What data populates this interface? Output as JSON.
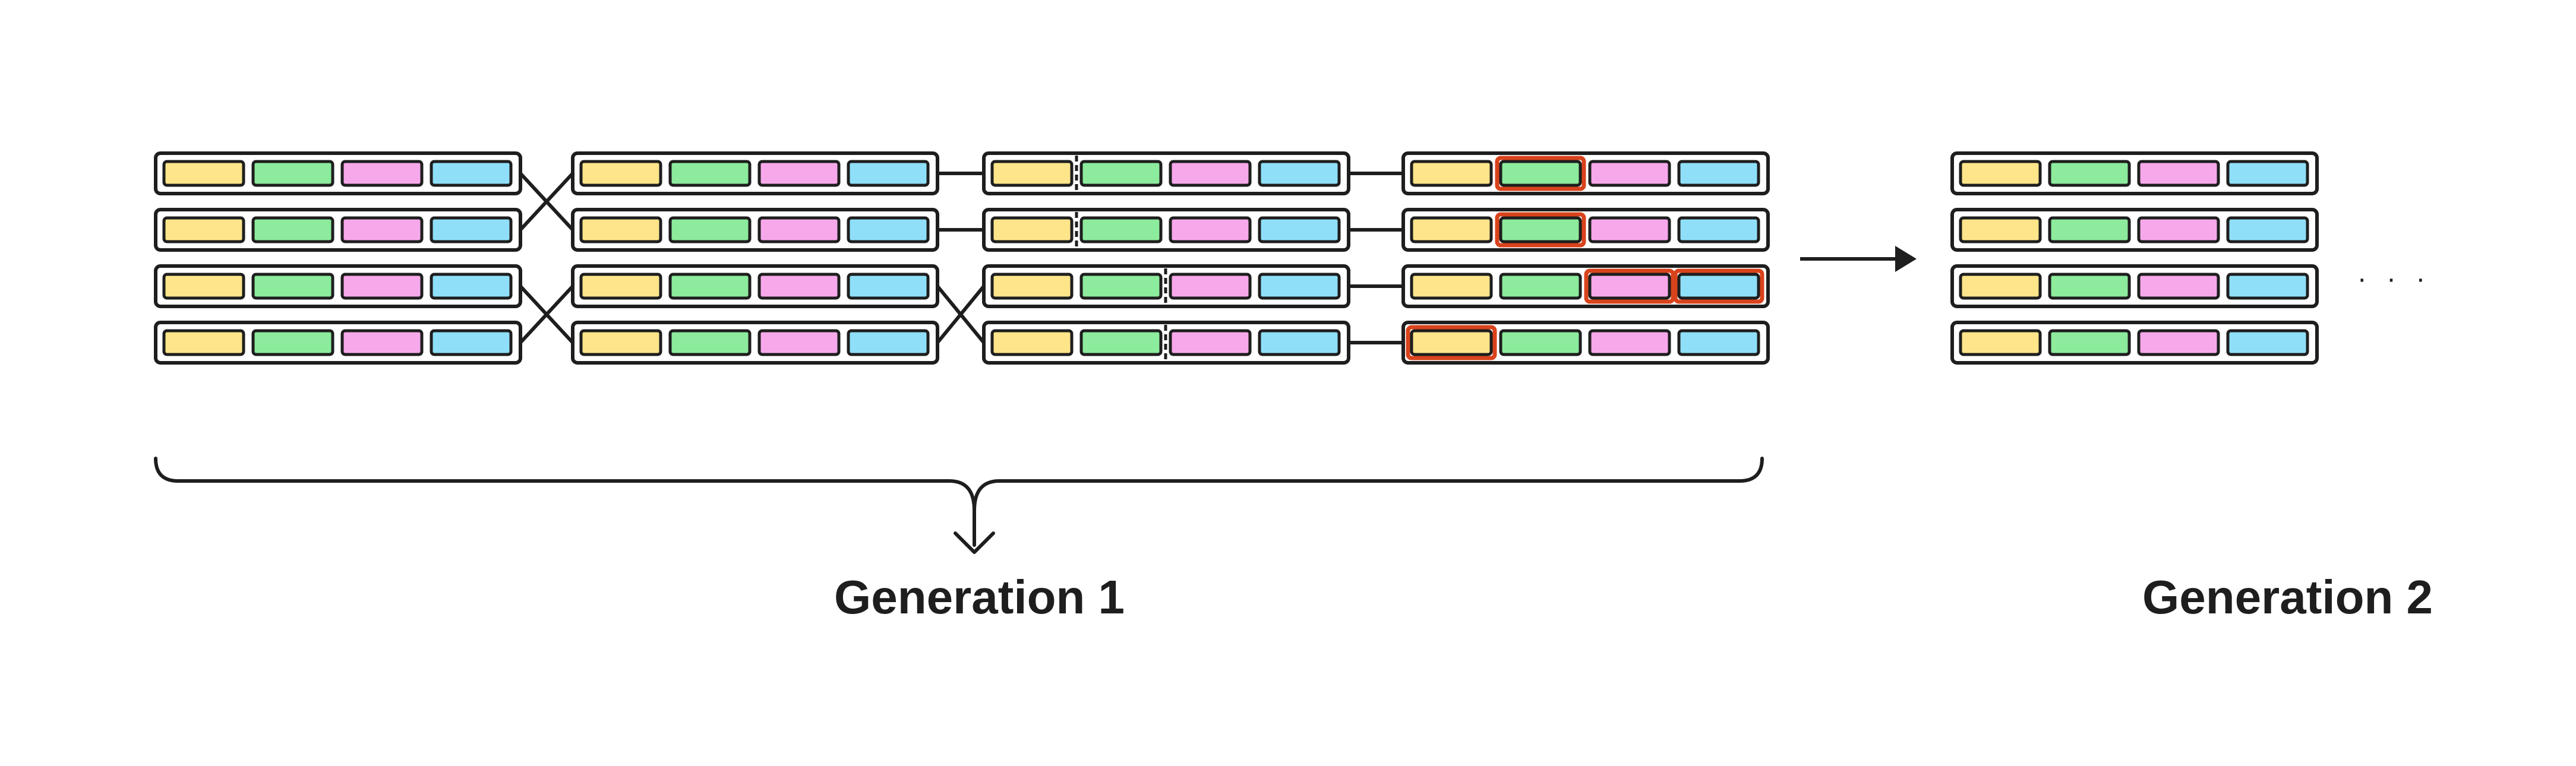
{
  "labels": {
    "generation_1": "Generation 1",
    "generation_2": "Generation 2",
    "continuation": "· · ·"
  },
  "colors": {
    "gene_1": "#FFE58A",
    "gene_2": "#8CEB9C",
    "gene_3": "#F7A8EA",
    "gene_4": "#8FDFF8",
    "outline": "#1e1e1e",
    "mutation_highlight": "#D9431C"
  },
  "generation_1": {
    "stages": [
      {
        "name": "initial-population",
        "chromosomes": 4,
        "crossover_points": []
      },
      {
        "name": "selection",
        "chromosomes": 4,
        "crossover_points": []
      },
      {
        "name": "crossover",
        "chromosomes": 4,
        "crossover_points": [
          1,
          1,
          2,
          2
        ]
      },
      {
        "name": "mutation",
        "chromosomes": 4,
        "crossover_points": [],
        "mutated_genes": [
          [
            1
          ],
          [
            1
          ],
          [
            2,
            3
          ],
          [
            0
          ]
        ]
      }
    ],
    "connections": [
      {
        "between": "initial-population/selection",
        "pairs": [
          [
            0,
            1
          ],
          [
            1,
            0
          ],
          [
            2,
            3
          ],
          [
            3,
            2
          ]
        ]
      },
      {
        "between": "selection/crossover",
        "pairs": [
          [
            0,
            0
          ],
          [
            1,
            1
          ],
          [
            2,
            3
          ],
          [
            3,
            2
          ]
        ]
      },
      {
        "between": "crossover/mutation",
        "pairs": [
          [
            0,
            0
          ],
          [
            1,
            1
          ],
          [
            2,
            2
          ],
          [
            3,
            3
          ]
        ]
      }
    ]
  },
  "generation_2": {
    "stages": [
      {
        "name": "next-population",
        "chromosomes": 4
      }
    ]
  }
}
